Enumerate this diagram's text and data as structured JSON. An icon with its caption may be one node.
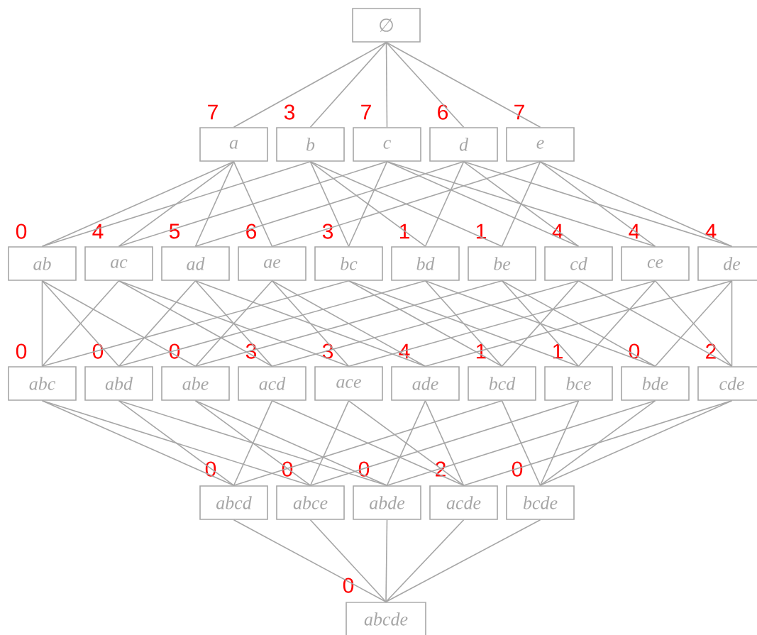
{
  "diagram": {
    "nodes": [
      {
        "text": [
          "∅"
        ]
      },
      {
        "text": [
          "a"
        ],
        "beside": [
          "7"
        ]
      },
      {
        "text": [
          "b"
        ],
        "beside": [
          "3"
        ]
      },
      {
        "text": [
          "c"
        ],
        "beside": [
          "7"
        ]
      },
      {
        "text": [
          "d"
        ],
        "beside": [
          "6"
        ]
      },
      {
        "text": [
          "e"
        ],
        "beside": [
          "7"
        ]
      },
      {
        "text": [
          "ab"
        ],
        "beside": [
          "0"
        ]
      },
      {
        "text": [
          "ac"
        ],
        "beside": [
          "4"
        ]
      },
      {
        "text": [
          "ad"
        ],
        "beside": [
          "5"
        ]
      },
      {
        "text": [
          "ae"
        ],
        "beside": [
          "6"
        ]
      },
      {
        "text": [
          "bc"
        ],
        "beside": [
          "3"
        ]
      },
      {
        "text": [
          "bd"
        ],
        "beside": [
          "1"
        ]
      },
      {
        "text": [
          "be"
        ],
        "beside": [
          "1"
        ]
      },
      {
        "text": [
          "cd"
        ],
        "beside": [
          "4"
        ]
      },
      {
        "text": [
          "ce"
        ],
        "beside": [
          "4"
        ]
      },
      {
        "text": [
          "de"
        ],
        "beside": [
          "4"
        ]
      },
      {
        "text": [
          "abc"
        ],
        "beside": [
          "0"
        ]
      },
      {
        "text": [
          "abd"
        ],
        "beside": [
          "0"
        ]
      },
      {
        "text": [
          "abe"
        ],
        "beside": [
          "0"
        ]
      },
      {
        "text": [
          "acd"
        ],
        "beside": [
          "3"
        ]
      },
      {
        "text": [
          "ace"
        ],
        "beside": [
          "3"
        ]
      },
      {
        "text": [
          "ade"
        ],
        "beside": [
          "4"
        ]
      },
      {
        "text": [
          "bcd"
        ],
        "beside": [
          "1"
        ]
      },
      {
        "text": [
          "bce"
        ],
        "beside": [
          "1"
        ]
      },
      {
        "text": [
          "bde"
        ],
        "beside": [
          "0"
        ]
      },
      {
        "text": [
          "cde"
        ],
        "beside": [
          "2"
        ]
      },
      {
        "text": [
          "abcd"
        ],
        "beside": [
          "0"
        ]
      },
      {
        "text": [
          "abce"
        ],
        "beside": [
          "0"
        ]
      },
      {
        "text": [
          "abde"
        ],
        "beside": [
          "0"
        ]
      },
      {
        "text": [
          "acde"
        ],
        "beside": [
          "2"
        ]
      },
      {
        "text": [
          "bcde"
        ],
        "beside": [
          "0"
        ]
      },
      {
        "text": [
          "abcde"
        ],
        "beside": [
          "0"
        ]
      }
    ],
    "edges": [
      {
        "from": 0,
        "to": 1,
        "arrow": "none"
      },
      {
        "from": 0,
        "to": 2,
        "arrow": "none"
      },
      {
        "from": 0,
        "to": 3,
        "arrow": "none"
      },
      {
        "from": 0,
        "to": 4,
        "arrow": "none"
      },
      {
        "from": 0,
        "to": 5,
        "arrow": "none"
      },
      {
        "from": 1,
        "to": 6,
        "arrow": "none"
      },
      {
        "from": 1,
        "to": 7,
        "arrow": "none"
      },
      {
        "from": 1,
        "to": 8,
        "arrow": "none"
      },
      {
        "from": 1,
        "to": 9,
        "arrow": "none"
      },
      {
        "from": 2,
        "to": 6,
        "arrow": "none"
      },
      {
        "from": 2,
        "to": 10,
        "arrow": "none"
      },
      {
        "from": 2,
        "to": 11,
        "arrow": "none"
      },
      {
        "from": 2,
        "to": 12,
        "arrow": "none"
      },
      {
        "from": 3,
        "to": 7,
        "arrow": "none"
      },
      {
        "from": 3,
        "to": 10,
        "arrow": "none"
      },
      {
        "from": 3,
        "to": 13,
        "arrow": "none"
      },
      {
        "from": 3,
        "to": 14,
        "arrow": "none"
      },
      {
        "from": 4,
        "to": 8,
        "arrow": "none"
      },
      {
        "from": 4,
        "to": 11,
        "arrow": "none"
      },
      {
        "from": 4,
        "to": 13,
        "arrow": "none"
      },
      {
        "from": 4,
        "to": 15,
        "arrow": "none"
      },
      {
        "from": 5,
        "to": 9,
        "arrow": "none"
      },
      {
        "from": 5,
        "to": 12,
        "arrow": "none"
      },
      {
        "from": 5,
        "to": 14,
        "arrow": "none"
      },
      {
        "from": 5,
        "to": 15,
        "arrow": "none"
      },
      {
        "from": 6,
        "to": 16,
        "arrow": "none"
      },
      {
        "from": 6,
        "to": 17,
        "arrow": "none"
      },
      {
        "from": 6,
        "to": 18,
        "arrow": "none"
      },
      {
        "from": 7,
        "to": 16,
        "arrow": "none"
      },
      {
        "from": 7,
        "to": 19,
        "arrow": "none"
      },
      {
        "from": 7,
        "to": 20,
        "arrow": "none"
      },
      {
        "from": 8,
        "to": 17,
        "arrow": "none"
      },
      {
        "from": 8,
        "to": 19,
        "arrow": "none"
      },
      {
        "from": 8,
        "to": 21,
        "arrow": "none"
      },
      {
        "from": 9,
        "to": 18,
        "arrow": "none"
      },
      {
        "from": 9,
        "to": 20,
        "arrow": "none"
      },
      {
        "from": 9,
        "to": 21,
        "arrow": "none"
      },
      {
        "from": 10,
        "to": 16,
        "arrow": "none"
      },
      {
        "from": 10,
        "to": 22,
        "arrow": "none"
      },
      {
        "from": 10,
        "to": 23,
        "arrow": "none"
      },
      {
        "from": 11,
        "to": 17,
        "arrow": "none"
      },
      {
        "from": 11,
        "to": 22,
        "arrow": "none"
      },
      {
        "from": 11,
        "to": 24,
        "arrow": "none"
      },
      {
        "from": 12,
        "to": 18,
        "arrow": "none"
      },
      {
        "from": 12,
        "to": 23,
        "arrow": "none"
      },
      {
        "from": 12,
        "to": 24,
        "arrow": "none"
      },
      {
        "from": 13,
        "to": 19,
        "arrow": "none"
      },
      {
        "from": 13,
        "to": 22,
        "arrow": "none"
      },
      {
        "from": 13,
        "to": 25,
        "arrow": "none"
      },
      {
        "from": 14,
        "to": 20,
        "arrow": "none"
      },
      {
        "from": 14,
        "to": 23,
        "arrow": "none"
      },
      {
        "from": 14,
        "to": 25,
        "arrow": "none"
      },
      {
        "from": 15,
        "to": 21,
        "arrow": "none"
      },
      {
        "from": 15,
        "to": 24,
        "arrow": "none"
      },
      {
        "from": 15,
        "to": 25,
        "arrow": "none"
      },
      {
        "from": 16,
        "to": 26,
        "arrow": "none"
      },
      {
        "from": 16,
        "to": 27,
        "arrow": "none"
      },
      {
        "from": 17,
        "to": 26,
        "arrow": "none"
      },
      {
        "from": 17,
        "to": 28,
        "arrow": "none"
      },
      {
        "from": 18,
        "to": 27,
        "arrow": "none"
      },
      {
        "from": 18,
        "to": 28,
        "arrow": "none"
      },
      {
        "from": 19,
        "to": 26,
        "arrow": "none"
      },
      {
        "from": 19,
        "to": 29,
        "arrow": "none"
      },
      {
        "from": 20,
        "to": 27,
        "arrow": "none"
      },
      {
        "from": 20,
        "to": 29,
        "arrow": "none"
      },
      {
        "from": 21,
        "to": 28,
        "arrow": "none"
      },
      {
        "from": 21,
        "to": 29,
        "arrow": "none"
      },
      {
        "from": 22,
        "to": 26,
        "arrow": "none"
      },
      {
        "from": 22,
        "to": 30,
        "arrow": "none"
      },
      {
        "from": 23,
        "to": 27,
        "arrow": "none"
      },
      {
        "from": 23,
        "to": 30,
        "arrow": "none"
      },
      {
        "from": 24,
        "to": 28,
        "arrow": "none"
      },
      {
        "from": 24,
        "to": 30,
        "arrow": "none"
      },
      {
        "from": 25,
        "to": 29,
        "arrow": "none"
      },
      {
        "from": 25,
        "to": 30,
        "arrow": "none"
      },
      {
        "from": 26,
        "to": 31,
        "arrow": "none"
      },
      {
        "from": 27,
        "to": 31,
        "arrow": "none"
      },
      {
        "from": 28,
        "to": 31,
        "arrow": "none"
      },
      {
        "from": 29,
        "to": 31,
        "arrow": "none"
      },
      {
        "from": 30,
        "to": 31,
        "arrow": "none"
      }
    ]
  }
}
